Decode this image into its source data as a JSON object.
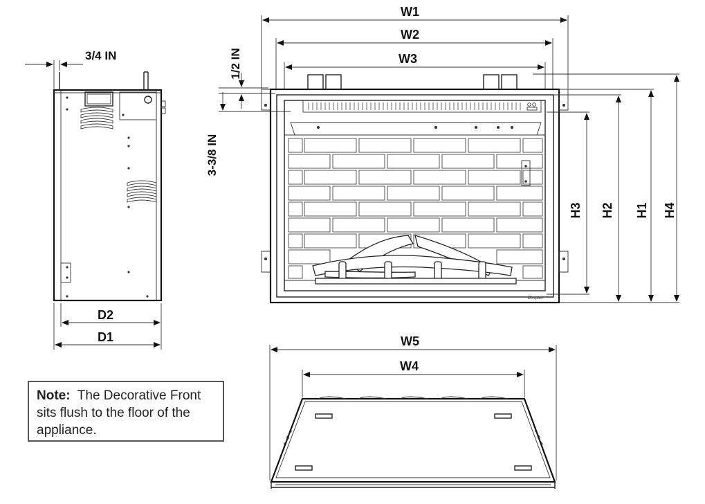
{
  "dimensions": {
    "w1": "W1",
    "w2": "W2",
    "w3": "W3",
    "w4": "W4",
    "w5": "W5",
    "h1": "H1",
    "h2": "H2",
    "h3": "H3",
    "h4": "H4",
    "d1": "D1",
    "d2": "D2",
    "side_offset": "3/4 IN",
    "top_gap": "1/2 IN",
    "trim_depth": "3-3/8 IN"
  },
  "note": {
    "label": "Note:",
    "text": "The Decorative Front sits flush to the floor of the appliance."
  }
}
